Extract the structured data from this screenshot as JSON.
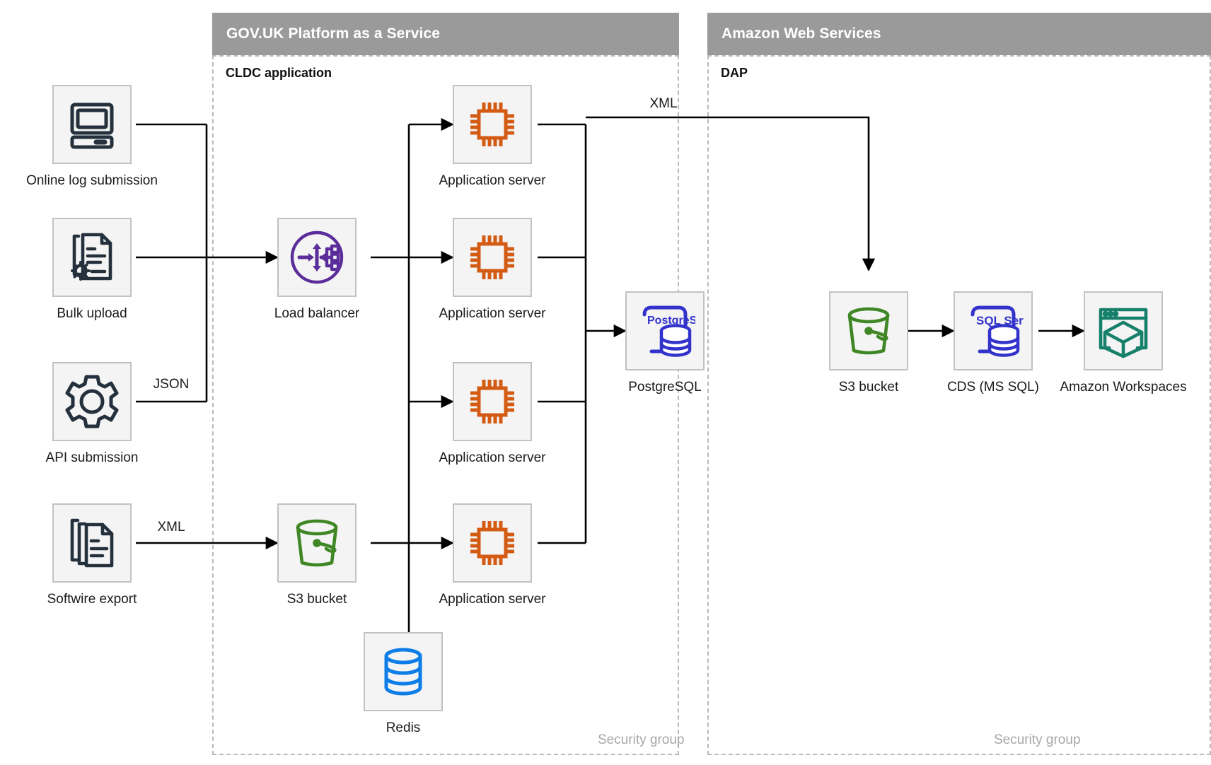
{
  "zones": [
    {
      "id": "paas",
      "title": "GOV.UK Platform as a Service",
      "subzone": "CLDC application",
      "security_label": "Security group"
    },
    {
      "id": "aws",
      "title": "Amazon Web Services",
      "subzone": "DAP",
      "security_label": "Security group"
    }
  ],
  "nodes": [
    {
      "id": "online-log-submission",
      "label": "Online log submission",
      "icon": "desktop-computer-icon",
      "color": "#24303c"
    },
    {
      "id": "bulk-upload",
      "label": "Bulk upload",
      "icon": "document-gear-icon",
      "color": "#24303c"
    },
    {
      "id": "api-submission",
      "label": "API submission",
      "icon": "gear-icon",
      "color": "#24303c"
    },
    {
      "id": "softwire-export",
      "label": "Softwire export",
      "icon": "documents-stack-icon",
      "color": "#24303c"
    },
    {
      "id": "load-balancer",
      "label": "Load balancer",
      "icon": "load-balancer-icon",
      "color": "#5b2d9b"
    },
    {
      "id": "app-server-1",
      "label": "Application server",
      "icon": "cpu-chip-icon",
      "color": "#d45b13"
    },
    {
      "id": "app-server-2",
      "label": "Application server",
      "icon": "cpu-chip-icon",
      "color": "#d45b13"
    },
    {
      "id": "app-server-3",
      "label": "Application server",
      "icon": "cpu-chip-icon",
      "color": "#d45b13"
    },
    {
      "id": "app-server-4",
      "label": "Application server",
      "icon": "cpu-chip-icon",
      "color": "#d45b13"
    },
    {
      "id": "postgresql",
      "label": "PostgreSQL",
      "icon": "postgresql-icon",
      "color": "#3333cc",
      "badge": "PostgreSQL"
    },
    {
      "id": "s3-bucket-paas",
      "label": "S3 bucket",
      "icon": "s3-bucket-icon",
      "color": "#3f8624"
    },
    {
      "id": "redis",
      "label": "Redis",
      "icon": "redis-database-icon",
      "color": "#0d7ee8"
    },
    {
      "id": "s3-bucket-aws",
      "label": "S3 bucket",
      "icon": "s3-bucket-icon",
      "color": "#3f8624"
    },
    {
      "id": "cds-ms-sql",
      "label": "CDS (MS SQL)",
      "icon": "sql-server-icon",
      "color": "#3333cc",
      "badge": "SQL Server"
    },
    {
      "id": "amazon-workspaces",
      "label": "Amazon Workspaces",
      "icon": "workspaces-cube-icon",
      "color": "#16806a"
    }
  ],
  "edge_labels": [
    {
      "id": "json-label",
      "text": "JSON"
    },
    {
      "id": "xml-source-label",
      "text": "XML"
    },
    {
      "id": "xml-export-label",
      "text": "XML"
    }
  ],
  "colors": {
    "zone_header_bg": "#9a9a9a",
    "zone_header_text": "#ffffff",
    "node_bg": "#f4f4f4",
    "node_border": "#c2c2c2",
    "dashed_border": "#b9b9b9",
    "connector": "#000000",
    "secondary_text": "#a7a7a7"
  }
}
